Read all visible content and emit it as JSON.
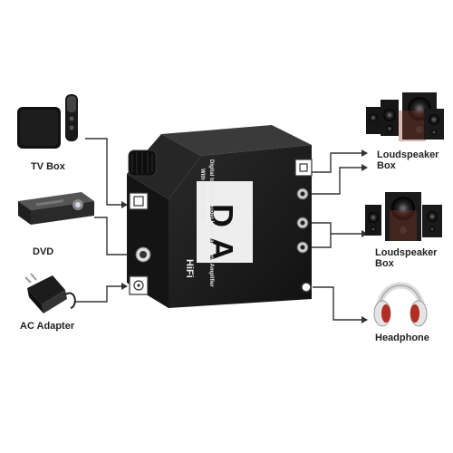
{
  "labels": {
    "tv_box": "TV Box",
    "dvd": "DVD",
    "ac_adapter": "AC Adapter",
    "loudspeaker_box_1": "Loudspeaker Box",
    "loudspeaker_box_2": "Loudspeaker Box",
    "headphone": "Headphone"
  },
  "device": {
    "logo_d": "D",
    "logo_a": "A",
    "badge": "HiFi",
    "caption_line1": "Digital to Analog Audio HiFi Headphone Amplifier",
    "caption_line2": "With Toslink Coaxial"
  },
  "colors": {
    "line": "#333333",
    "device_body": "#1a1a1a",
    "label_text": "#222222"
  }
}
